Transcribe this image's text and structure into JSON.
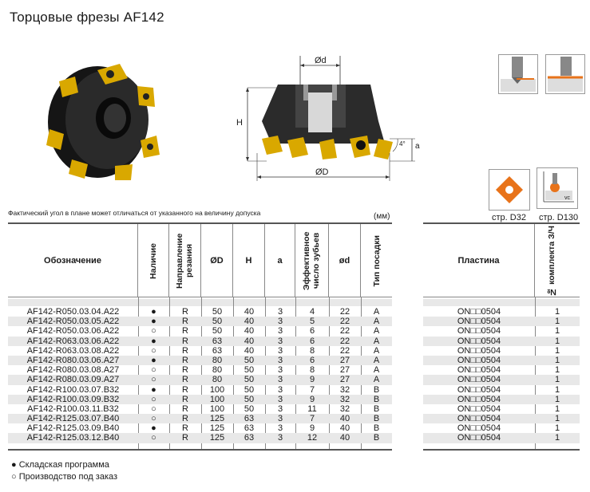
{
  "title": "Торцовые фрезы AF142",
  "note": "Фактический угол в плане может отличаться от указанного на величину допуска",
  "unit": "(мм)",
  "drawing": {
    "d_label": "Ød",
    "D_label": "ØD",
    "H_label": "H",
    "a_label": "a",
    "angle_label": "4°"
  },
  "refs": {
    "insert_ref": "стр. D32",
    "cut_ref": "стр. D130",
    "vc_label": "vc"
  },
  "headers": {
    "designation": "Обозначение",
    "availability": "Наличие",
    "direction": "Направление резания",
    "D": "ØD",
    "H": "H",
    "a": "a",
    "teeth": "Эффективное число зубьев",
    "d": "ød",
    "mount": "Тип посадки",
    "insert": "Пластина",
    "kit": "№ комплекта З/Ч"
  },
  "rows": [
    {
      "code": "AF142-R050.03.04.A22",
      "avail": "●",
      "dir": "R",
      "D": "50",
      "H": "40",
      "a": "3",
      "z": "4",
      "d": "22",
      "mount": "A",
      "insert": "ON□□0504",
      "kit": "1"
    },
    {
      "code": "AF142-R050.03.05.A22",
      "avail": "●",
      "dir": "R",
      "D": "50",
      "H": "40",
      "a": "3",
      "z": "5",
      "d": "22",
      "mount": "A",
      "insert": "ON□□0504",
      "kit": "1"
    },
    {
      "code": "AF142-R050.03.06.A22",
      "avail": "○",
      "dir": "R",
      "D": "50",
      "H": "40",
      "a": "3",
      "z": "6",
      "d": "22",
      "mount": "A",
      "insert": "ON□□0504",
      "kit": "1"
    },
    {
      "code": "AF142-R063.03.06.A22",
      "avail": "●",
      "dir": "R",
      "D": "63",
      "H": "40",
      "a": "3",
      "z": "6",
      "d": "22",
      "mount": "A",
      "insert": "ON□□0504",
      "kit": "1"
    },
    {
      "code": "AF142-R063.03.08.A22",
      "avail": "○",
      "dir": "R",
      "D": "63",
      "H": "40",
      "a": "3",
      "z": "8",
      "d": "22",
      "mount": "A",
      "insert": "ON□□0504",
      "kit": "1"
    },
    {
      "code": "AF142-R080.03.06.A27",
      "avail": "●",
      "dir": "R",
      "D": "80",
      "H": "50",
      "a": "3",
      "z": "6",
      "d": "27",
      "mount": "A",
      "insert": "ON□□0504",
      "kit": "1"
    },
    {
      "code": "AF142-R080.03.08.A27",
      "avail": "○",
      "dir": "R",
      "D": "80",
      "H": "50",
      "a": "3",
      "z": "8",
      "d": "27",
      "mount": "A",
      "insert": "ON□□0504",
      "kit": "1"
    },
    {
      "code": "AF142-R080.03.09.A27",
      "avail": "○",
      "dir": "R",
      "D": "80",
      "H": "50",
      "a": "3",
      "z": "9",
      "d": "27",
      "mount": "A",
      "insert": "ON□□0504",
      "kit": "1"
    },
    {
      "code": "AF142-R100.03.07.B32",
      "avail": "●",
      "dir": "R",
      "D": "100",
      "H": "50",
      "a": "3",
      "z": "7",
      "d": "32",
      "mount": "B",
      "insert": "ON□□0504",
      "kit": "1"
    },
    {
      "code": "AF142-R100.03.09.B32",
      "avail": "○",
      "dir": "R",
      "D": "100",
      "H": "50",
      "a": "3",
      "z": "9",
      "d": "32",
      "mount": "B",
      "insert": "ON□□0504",
      "kit": "1"
    },
    {
      "code": "AF142-R100.03.11.B32",
      "avail": "○",
      "dir": "R",
      "D": "100",
      "H": "50",
      "a": "3",
      "z": "11",
      "d": "32",
      "mount": "B",
      "insert": "ON□□0504",
      "kit": "1"
    },
    {
      "code": "AF142-R125.03.07.B40",
      "avail": "○",
      "dir": "R",
      "D": "125",
      "H": "63",
      "a": "3",
      "z": "7",
      "d": "40",
      "mount": "B",
      "insert": "ON□□0504",
      "kit": "1"
    },
    {
      "code": "AF142-R125.03.09.B40",
      "avail": "●",
      "dir": "R",
      "D": "125",
      "H": "63",
      "a": "3",
      "z": "9",
      "d": "40",
      "mount": "B",
      "insert": "ON□□0504",
      "kit": "1"
    },
    {
      "code": "AF142-R125.03.12.B40",
      "avail": "○",
      "dir": "R",
      "D": "125",
      "H": "63",
      "a": "3",
      "z": "12",
      "d": "40",
      "mount": "B",
      "insert": "ON□□0504",
      "kit": "1"
    }
  ],
  "legend": {
    "stock": "Складская программа",
    "order": "Производство под заказ",
    "stock_symbol": "●",
    "order_symbol": "○"
  },
  "colors": {
    "insert_yellow": "#e0b400",
    "insert_orange": "#e8731a",
    "body_dark": "#1c1c1c",
    "row_shade": "#e8e8e8"
  }
}
